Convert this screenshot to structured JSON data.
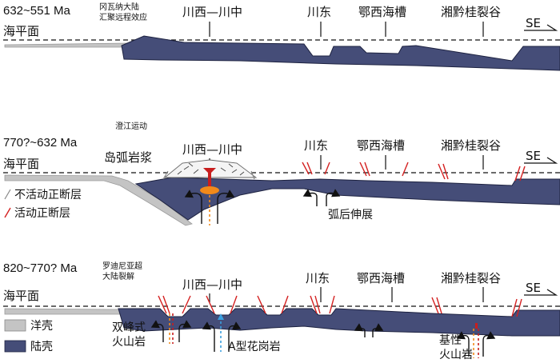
{
  "panels": [
    {
      "age": "632~551 Ma",
      "event_line1": "冈瓦纳大陆",
      "event_line2": "汇聚远程效应",
      "sea_level": "海平面",
      "regions": [
        "川西—川中",
        "川东",
        "鄂西海槽",
        "湘黔桂裂谷"
      ],
      "direction": "SE"
    },
    {
      "age": "770?~632 Ma",
      "event": "澄江运动",
      "sea_level": "海平面",
      "arc_magma": "岛弧岩浆",
      "regions": [
        "川西—川中",
        "川东",
        "鄂西海槽",
        "湘黔桂裂谷"
      ],
      "direction": "SE",
      "back_arc": "弧后伸展",
      "legend": [
        {
          "label": "不活动正断层",
          "color": "#888888"
        },
        {
          "label": "活动正断层",
          "color": "#d42020"
        }
      ]
    },
    {
      "age": "820~770? Ma",
      "event_line1": "罗迪尼亚超",
      "event_line2": "大陆裂解",
      "sea_level": "海平面",
      "regions": [
        "川西—川中",
        "川东",
        "鄂西海槽",
        "湘黔桂裂谷"
      ],
      "direction": "SE",
      "bimodal_line1": "双峰式",
      "bimodal_line2": "火山岩",
      "a_granite": "A型花岗岩",
      "basic_line1": "基性",
      "basic_line2": "火山岩"
    }
  ],
  "legend_crust": [
    {
      "label": "洋壳",
      "color": "#c4c4c4"
    },
    {
      "label": "陆壳",
      "color": "#454d78"
    }
  ]
}
